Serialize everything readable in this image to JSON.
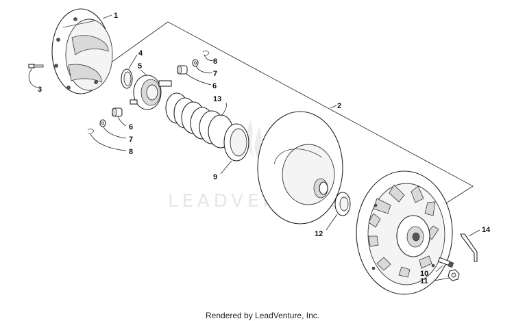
{
  "watermark": "LEADVENTURE",
  "footer": "Rendered by LeadVenture, Inc.",
  "callouts": {
    "c1": "1",
    "c2": "2",
    "c3": "3",
    "c4": "4",
    "c5": "5",
    "c6a": "6",
    "c6b": "6",
    "c7a": "7",
    "c7b": "7",
    "c8a": "8",
    "c8b": "8",
    "c9": "9",
    "c10": "10",
    "c11": "11",
    "c12": "12",
    "c13": "13",
    "c14": "14"
  }
}
